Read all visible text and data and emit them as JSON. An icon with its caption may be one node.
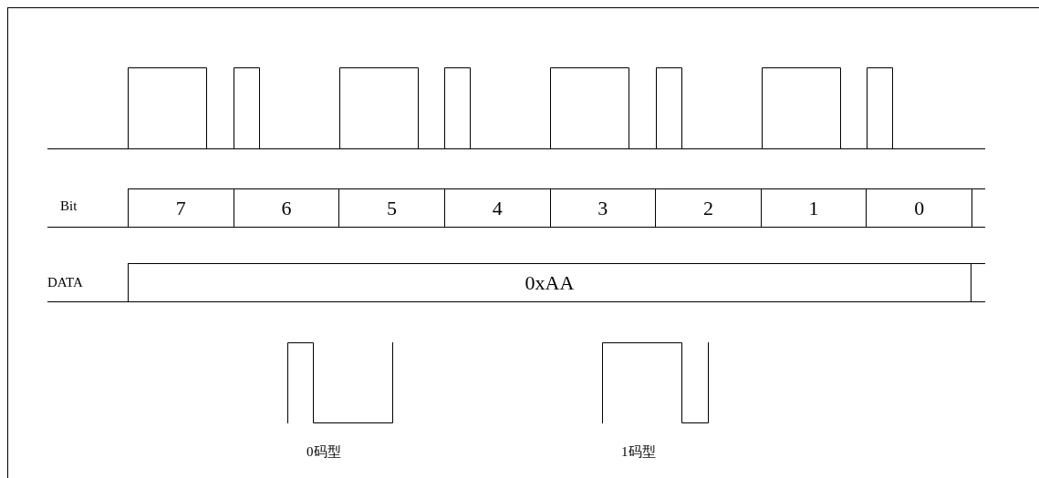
{
  "diagram": {
    "nodes": [
      {
        "text": [
          "7"
        ]
      },
      {
        "text": [
          "6"
        ]
      },
      {
        "text": [
          "5"
        ]
      },
      {
        "text": [
          "4"
        ]
      },
      {
        "text": [
          "3"
        ]
      },
      {
        "text": [
          "2"
        ]
      },
      {
        "text": [
          "1"
        ]
      },
      {
        "text": [
          "0"
        ]
      },
      {
        "text": [
          "0xAA"
        ]
      }
    ],
    "edges": [],
    "labels": [
      "Bit",
      "DATA",
      "0码型",
      "1码型"
    ]
  }
}
